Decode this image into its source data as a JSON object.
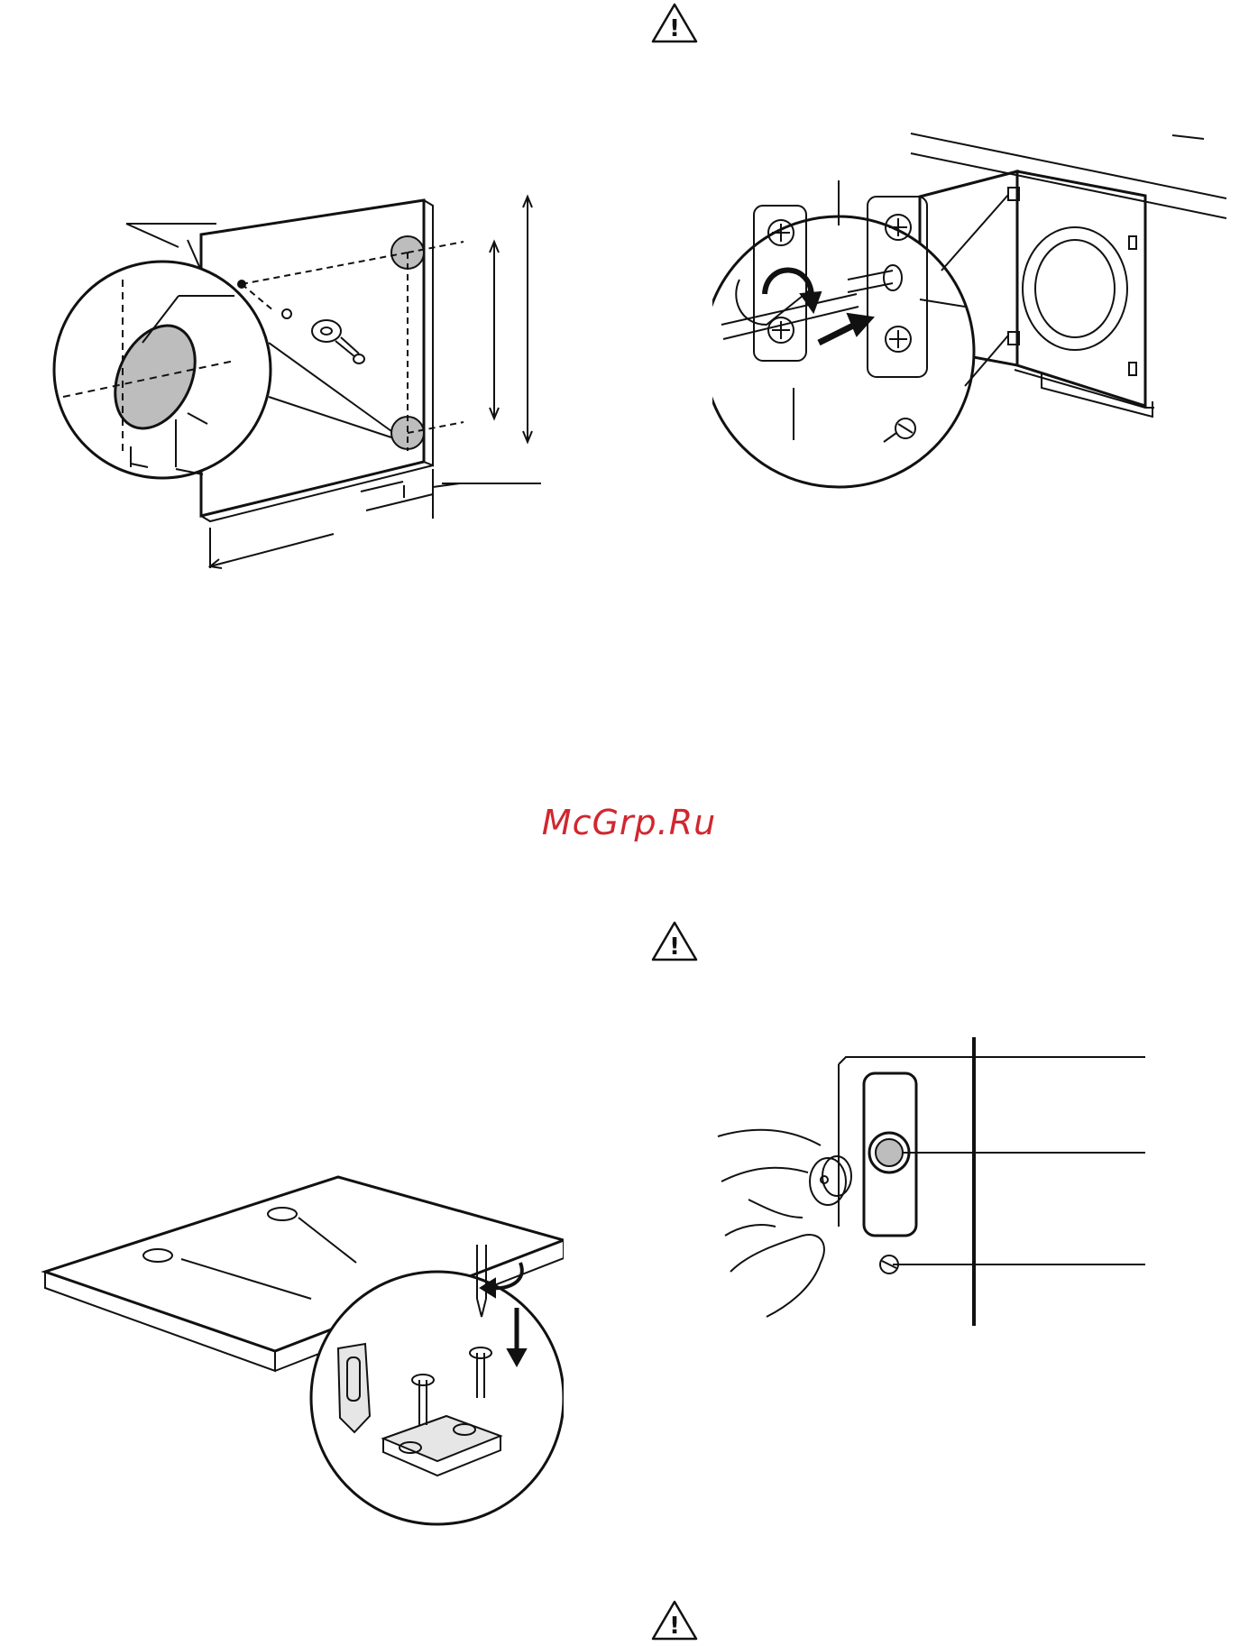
{
  "watermark": {
    "text": "McGrp.Ru",
    "color": "#d0272f"
  },
  "warning_icons": [
    {
      "name": "warning-icon-top",
      "symbol": "!"
    },
    {
      "name": "warning-icon-middle",
      "symbol": "!"
    },
    {
      "name": "warning-icon-bottom",
      "symbol": "!"
    }
  ],
  "figures": [
    {
      "id": "figure-door-panel-hinge-holes",
      "icon": "door-panel-diagram"
    },
    {
      "id": "figure-hinge-adjustment",
      "icon": "hinge-screwdriver-diagram"
    },
    {
      "id": "figure-worktop-bracket",
      "icon": "worktop-bracket-diagram"
    },
    {
      "id": "figure-magnet-catch",
      "icon": "magnet-catch-diagram"
    }
  ],
  "colors": {
    "line": "#111111",
    "fill_grey": "#bdbdbd",
    "fill_light": "#e6e6e6"
  }
}
